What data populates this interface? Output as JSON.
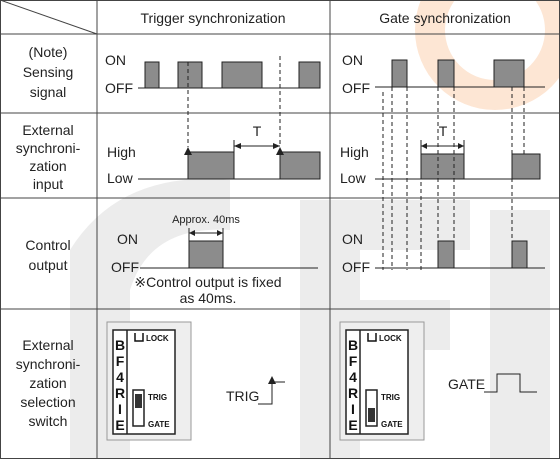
{
  "header": {
    "col_trigger": "Trigger synchronization",
    "col_gate": "Gate synchronization"
  },
  "rows": {
    "sensing": [
      "(Note)",
      "Sensing",
      "signal"
    ],
    "ext_input": [
      "External",
      "synchroni-",
      "zation",
      "input"
    ],
    "control": [
      "Control",
      "output"
    ],
    "switch": [
      "External",
      "synchroni-",
      "zation",
      "selection",
      "switch"
    ]
  },
  "signals": {
    "on": "ON",
    "off": "OFF",
    "high": "High",
    "low": "Low",
    "period": "T",
    "approx": "Approx. 40ms"
  },
  "note": {
    "line1": "※Control output is fixed",
    "line2": "as 40ms."
  },
  "device": {
    "letters": [
      "B",
      "F",
      "4",
      "R",
      "I",
      "E"
    ],
    "lock": "LOCK",
    "trig": "TRIG",
    "gate": "GATE"
  },
  "switch_labels": {
    "trig": "TRIG",
    "gate": "GATE"
  },
  "colors": {
    "pulse_fill": "#8c8c8c",
    "line": "#222222",
    "grid": "#444444",
    "watermark": "#ececec",
    "watermark_orange": "#fde3cf"
  }
}
